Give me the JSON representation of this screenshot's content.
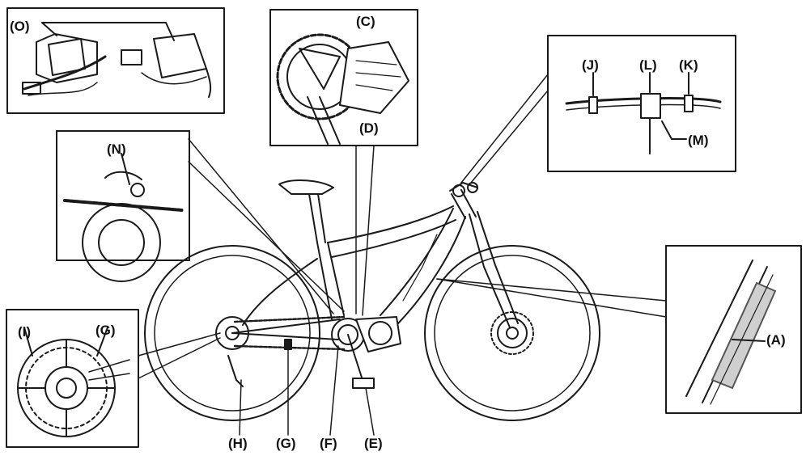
{
  "labels": {
    "a": "(A)",
    "c": "(C)",
    "d": "(D)",
    "e": "(E)",
    "f": "(F)",
    "g_bottom": "(G)",
    "g_inset": "(G)",
    "h": "(H)",
    "i": "(I)",
    "j": "(J)",
    "k": "(K)",
    "l": "(L)",
    "m": "(M)",
    "n": "(N)",
    "o": "(O)"
  },
  "icons": {
    "bike": "e-bike-illustration",
    "battery": "battery-inset",
    "motor": "drive-unit-inset",
    "handlebar": "handlebar-inset",
    "chain": "chain-sensor-inset",
    "rotor": "disc-rotor-inset",
    "charger": "charger-inset"
  },
  "colors": {
    "line": "#1a1a1a",
    "fill": "#ffffff",
    "shade": "#cfcfcf",
    "dark": "#555555"
  }
}
